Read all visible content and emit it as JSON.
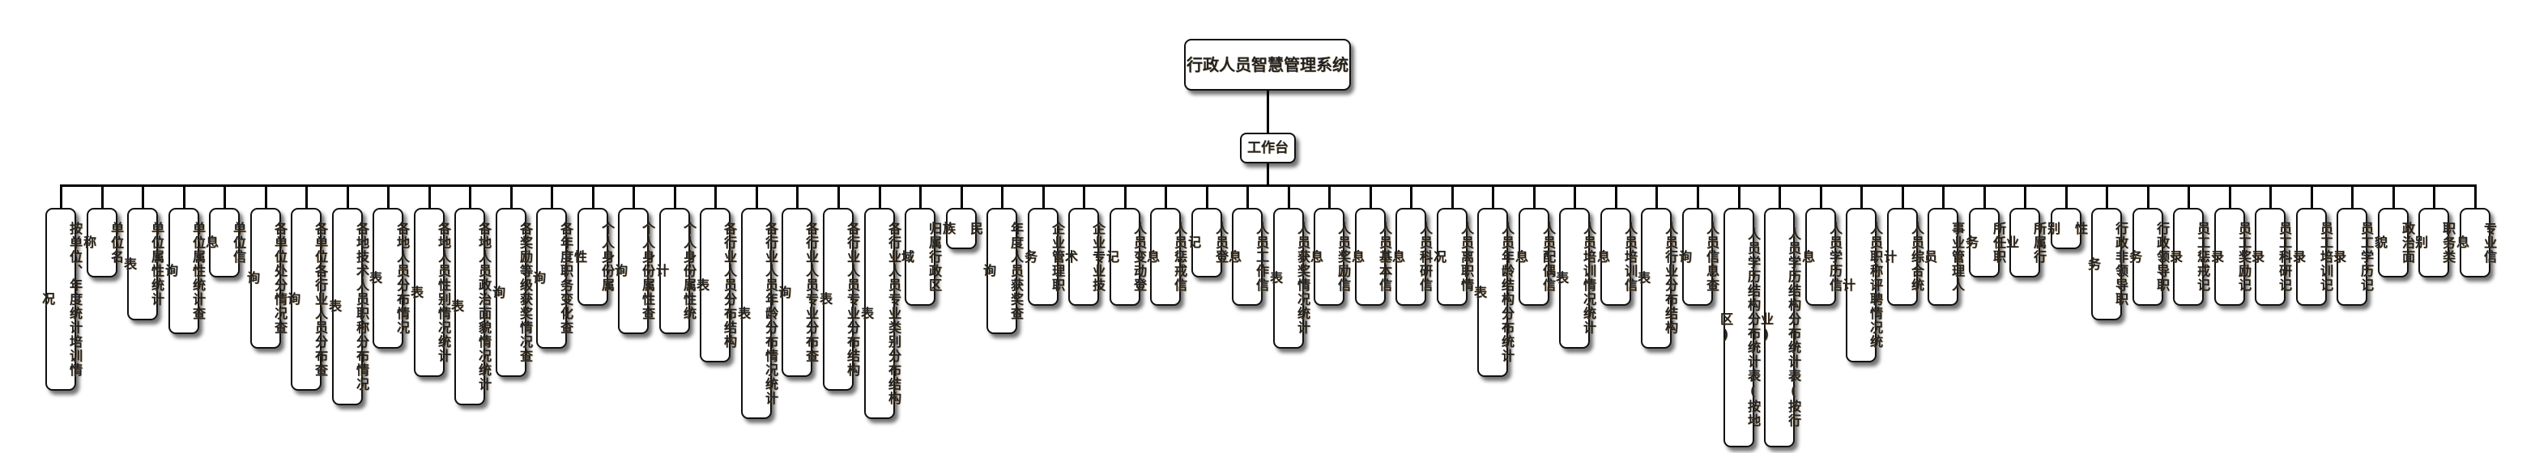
{
  "root": {
    "label": "行政人员智慧管理系统"
  },
  "workbench": {
    "label": "工作台"
  },
  "leaves": [
    "按单位、年度统计培训情况",
    "单位名称",
    "单位属性统计表",
    "单位属性统计查询",
    "单位信息",
    "各单位处分情况查询",
    "各单位各行业人员分布查询",
    "各地技术人员职称分布情况表",
    "各地人员分布情况表",
    "各地人员性别情况统计表",
    "各地人员政治面貌情况统计表",
    "各奖励等级获奖情况查询",
    "各年度职务变化查询",
    "个人身份属性",
    "个人身份属性查询",
    "个人身份属性统计",
    "各行业人员分布结构表",
    "各行业人员年龄分布情况统计表",
    "各行业人员专业分布查询",
    "各行业人员专业分布结构表",
    "各行业人员专业类别分布结构表",
    "归属行政区域",
    "民族",
    "年度人员获奖查询",
    "企业管理职务",
    "企业专业技术",
    "人员变动登记",
    "人员惩戒信息",
    "人员登记",
    "人员工作信息",
    "人员获奖情况统计表",
    "人员奖励信息",
    "人员基本信息",
    "人员科研信息",
    "人员离职情况",
    "人员年龄结构分布统计表",
    "人员配偶信息",
    "人员培训情况统计表",
    "人员培训信息",
    "人员行业分布结构表",
    "人员信息查询",
    "人员学历结构分布统计表(按地区)",
    "人员学历结构分布统计表(按行业)",
    "人员学历信息",
    "人员职称评聘情况统计",
    "人员综合统计",
    "事业管理人员",
    "所任职务",
    "所属行业",
    "性别",
    "行政非领导职务",
    "行政领导职务",
    "员工惩戒记录",
    "员工奖励记录",
    "员工科研记录",
    "员工培训记录",
    "员工学历记录",
    "政治面貌",
    "职务类别",
    "专业信息"
  ]
}
